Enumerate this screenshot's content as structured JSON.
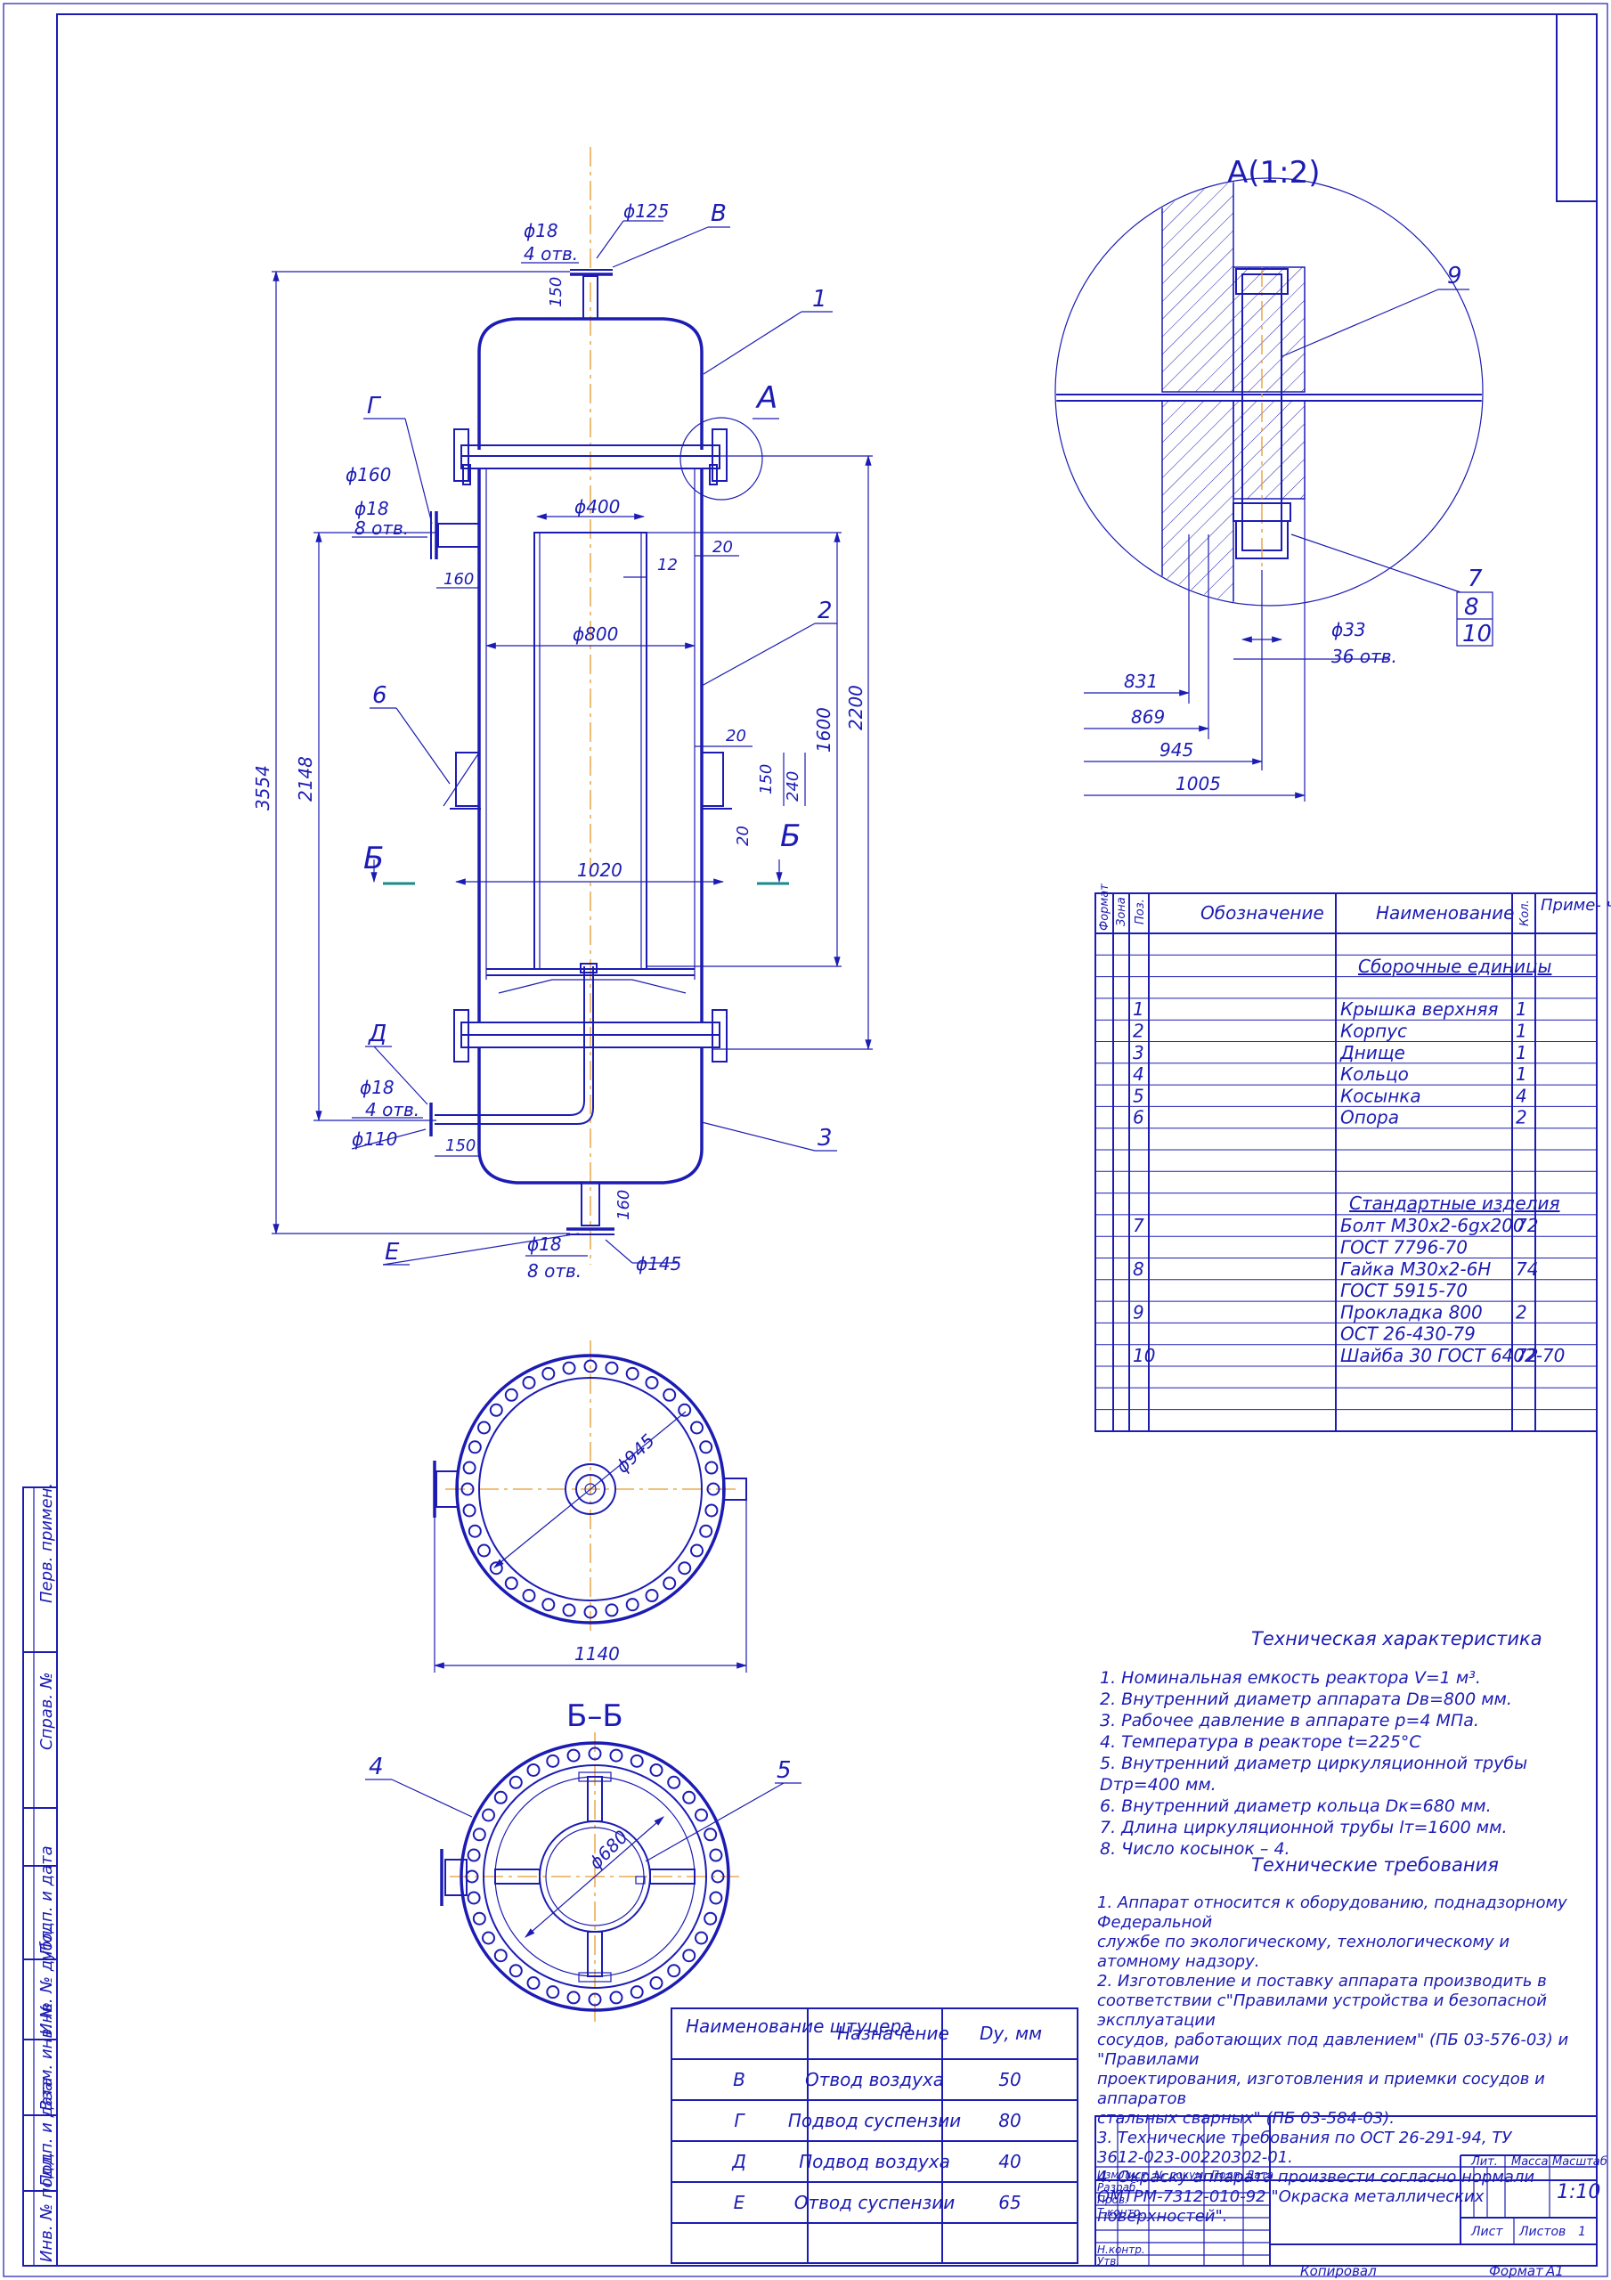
{
  "colors": {
    "line": "#1c1cb4",
    "axis": "#e59a2e",
    "section_mark": "#1a8a8a"
  },
  "main_view": {
    "dims": {
      "d18_top": "ϕ18",
      "holes_top": "4 отв.",
      "d125": "ϕ125",
      "h150_top": "150",
      "d160": "ϕ160",
      "d18_left": "ϕ18",
      "holes_left": "8 отв.",
      "w160": "160",
      "d400": "ϕ400",
      "t12": "12",
      "t20a": "20",
      "d800": "ϕ800",
      "t20b": "20",
      "h150_lug": "150",
      "h240": "240",
      "h1600": "1600",
      "t20c": "20",
      "w1020": "1020",
      "h2200": "2200",
      "h3554": "3554",
      "h2148": "2148",
      "d18_low": "ϕ18",
      "holes_low": "4 отв.",
      "d110": "ϕ110",
      "w150": "150",
      "h160_bot": "160",
      "d18_bot": "ϕ18",
      "holes_bot": "8 отв.",
      "d145": "ϕ145"
    },
    "labels": {
      "B": "В",
      "G": "Г",
      "D": "Д",
      "E": "Е",
      "A": "А",
      "sec_left": "Б",
      "sec_right": "Б",
      "p1": "1",
      "p2": "2",
      "p3": "3",
      "p6": "6"
    }
  },
  "detail": {
    "title": "А(1:2)",
    "p9": "9",
    "p7": "7",
    "p8": "8",
    "p10": "10",
    "d33": "ϕ33",
    "holes": "36 отв.",
    "r831": "831",
    "r869": "869",
    "r945": "945",
    "r1005": "1005"
  },
  "plan_view": {
    "d945": "ϕ945",
    "w1140": "1140"
  },
  "section_view": {
    "title": "Б–Б",
    "d680": "ϕ680",
    "p4": "4",
    "p5": "5"
  },
  "parts_list": {
    "headers": {
      "format": "Формат",
      "zone": "Зона",
      "pos": "Поз.",
      "designation": "Обозначение",
      "name": "Наименование",
      "qty": "Кол.",
      "note": "Приме- чание"
    },
    "sections": {
      "welded": "Сборочные единицы",
      "standard": "Стандартные изделия"
    },
    "rows": [
      {
        "pos": "1",
        "name": "Крышка верхняя",
        "qty": "1"
      },
      {
        "pos": "2",
        "name": "Корпус",
        "qty": "1"
      },
      {
        "pos": "3",
        "name": "Днище",
        "qty": "1"
      },
      {
        "pos": "4",
        "name": "Кольцо",
        "qty": "1"
      },
      {
        "pos": "5",
        "name": "Косынка",
        "qty": "4"
      },
      {
        "pos": "6",
        "name": "Опора",
        "qty": "2"
      }
    ],
    "std_rows": [
      {
        "pos": "7",
        "name": "Болт М30х2-6gх200",
        "qty": "72"
      },
      {
        "pos": "",
        "name": "ГОСТ 7796-70",
        "qty": ""
      },
      {
        "pos": "8",
        "name": "Гайка М30х2-6Н",
        "qty": "74"
      },
      {
        "pos": "",
        "name": "ГОСТ 5915-70",
        "qty": ""
      },
      {
        "pos": "9",
        "name": "Прокладка 800",
        "qty": "2"
      },
      {
        "pos": "",
        "name": "ОСТ 26-430-79",
        "qty": ""
      },
      {
        "pos": "10",
        "name": "Шайба 30 ГОСТ 6402-70",
        "qty": "72"
      }
    ]
  },
  "tech_char": {
    "title": "Техническая характеристика",
    "lines": [
      "1. Номинальная емкость реактора V=1 м³.",
      "2. Внутренний диаметр аппарата Dв=800 мм.",
      "3. Рабочее давление в аппарате p=4 МПа.",
      "4. Температура в реакторе t=225°C",
      "5. Внутренний диаметр циркуляционной трубы Dтр=400 мм.",
      "6. Внутренний диаметр кольца Dк=680 мм.",
      "7. Длина циркуляционной трубы lт=1600 мм.",
      "8. Число косынок – 4."
    ]
  },
  "tech_req": {
    "title": "Технические требования",
    "lines": [
      "1. Аппарат относится к оборудованию, поднадзорному Федеральной",
      "службе по экологическому, технологическому и атомному надзору.",
      "2. Изготовление и поставку аппарата производить в",
      "соответствии с\"Правилами устройства и безопасной эксплуатации",
      "сосудов, работающих под давлением\" (ПБ 03-576-03) и \"Правилами",
      "проектирования, изготовления и приемки сосудов и аппаратов",
      "стальных сварных\" (ПБ 03-584-03).",
      "3. Технические требования по ОСТ 26-291-94, ТУ",
      "3612-023-00220302-01.",
      "4. Окраску аппарата произвести согласно нормали",
      "ОМТРМ-7312-010-92 \"Окраска металлических поверхностей\"."
    ]
  },
  "nozzles": {
    "headers": {
      "name": "Наименование штуцера",
      "purpose": "Назначение",
      "dn": "Dу, мм"
    },
    "rows": [
      {
        "name": "В",
        "purpose": "Отвод воздуха",
        "dn": "50"
      },
      {
        "name": "Г",
        "purpose": "Подвод суспензии",
        "dn": "80"
      },
      {
        "name": "Д",
        "purpose": "Подвод воздуха",
        "dn": "40"
      },
      {
        "name": "Е",
        "purpose": "Отвод суспензии",
        "dn": "65"
      }
    ]
  },
  "title_block": {
    "izm": "Изм",
    "list": "Лист",
    "ndoc": "№ докум.",
    "podp": "Подп.",
    "data": "Дата",
    "razrab": "Разраб.",
    "prov": "Пров.",
    "tkontr": "Т.контр.",
    "nkontr": "Н.контр.",
    "utv": "Утв.",
    "lit": "Лит.",
    "massa": "Масса",
    "masshtab": "Масштаб",
    "scale": "1:10",
    "list2": "Лист",
    "listov": "Листов",
    "listov_val": "1",
    "copied": "Копировал",
    "format": "Формат",
    "format_val": "A1"
  },
  "side_stamp": [
    "Перв. примен.",
    "Справ. №",
    "Подп. и дата",
    "Инв. № дубл.",
    "Взам. инв. №",
    "Подп. и дата",
    "Инв. № подл."
  ]
}
